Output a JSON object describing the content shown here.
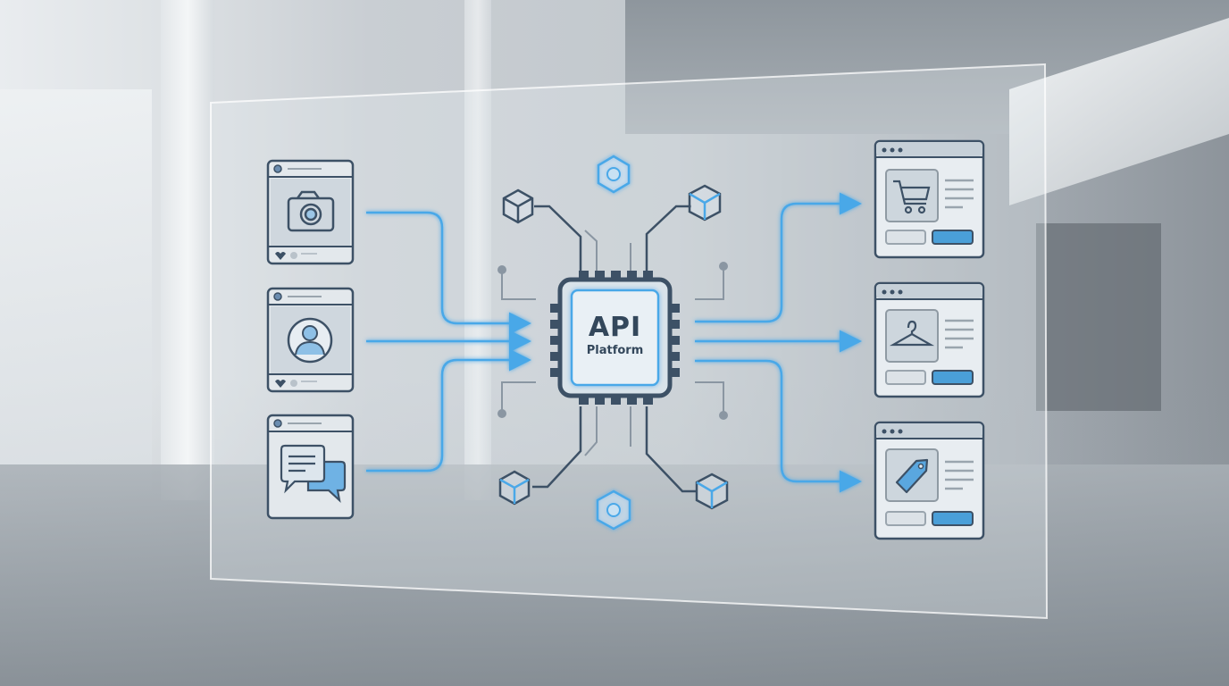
{
  "scene": {
    "description": "Transparent glass panel diagram in an office interior",
    "colors": {
      "accent_blue": "#4aa8e8",
      "line_dark": "#3d5166",
      "line_gray": "#8a96a2",
      "card_fill": "#e8edf1",
      "button_blue": "#4a9fd8"
    }
  },
  "center": {
    "title": "API",
    "subtitle": "Platform",
    "icon": "chip-icon"
  },
  "inputs": [
    {
      "name": "photo-post",
      "icon": "camera-icon"
    },
    {
      "name": "profile-post",
      "icon": "user-avatar-icon"
    },
    {
      "name": "message-post",
      "icon": "chat-bubbles-icon"
    }
  ],
  "outputs": [
    {
      "name": "cart-page",
      "icon": "shopping-cart-icon"
    },
    {
      "name": "apparel-page",
      "icon": "hanger-icon"
    },
    {
      "name": "price-tag-page",
      "icon": "tag-icon"
    }
  ],
  "nodes": {
    "top_hex": "hex-node-icon",
    "bottom_hex": "hex-node-icon",
    "cubes": [
      "cube-icon",
      "cube-icon",
      "cube-icon",
      "cube-icon"
    ]
  }
}
